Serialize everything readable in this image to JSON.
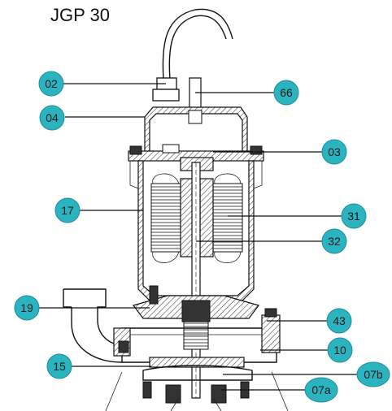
{
  "title": "JGP 30",
  "callouts": [
    {
      "id": "02"
    },
    {
      "id": "04"
    },
    {
      "id": "66"
    },
    {
      "id": "03"
    },
    {
      "id": "17"
    },
    {
      "id": "31"
    },
    {
      "id": "32"
    },
    {
      "id": "19"
    },
    {
      "id": "43"
    },
    {
      "id": "10"
    },
    {
      "id": "15"
    },
    {
      "id": "07b"
    },
    {
      "id": "07a"
    }
  ],
  "colors": {
    "bubble": "#2bb3c0",
    "line": "#111111"
  }
}
